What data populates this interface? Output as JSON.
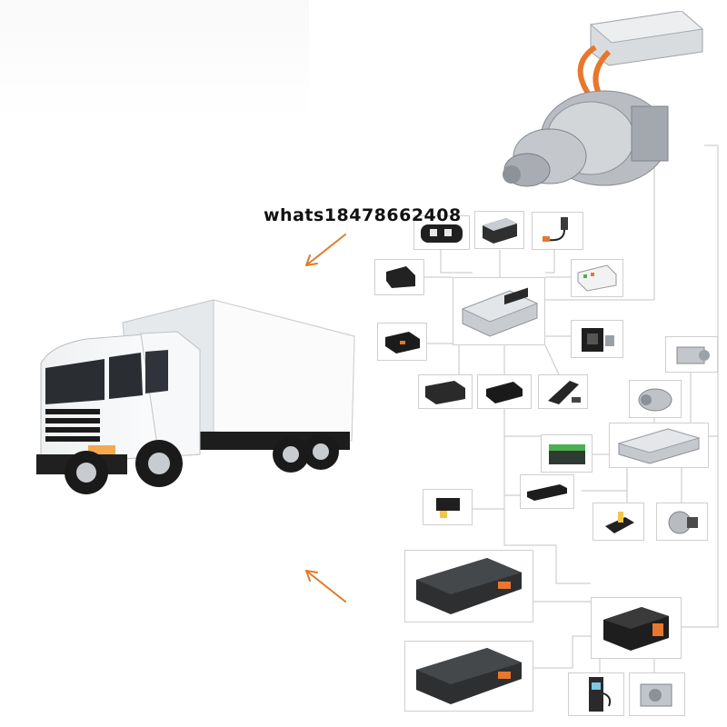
{
  "watermark_text": "whats18478662408",
  "colors": {
    "line": "#cfcfcf",
    "arrow": "#e07b2a",
    "box_border": "#cfcfcf",
    "metal": "#a9adb3",
    "dark": "#2c2c2c",
    "orange": "#e8772e",
    "truck_white": "#f5f6f7",
    "truck_black": "#1d1d1d"
  },
  "components": [
    {
      "id": "connector",
      "icon": "connector-plug-icon"
    },
    {
      "id": "gateway",
      "icon": "gateway-box-icon"
    },
    {
      "id": "sensor",
      "icon": "sensor-cable-icon"
    },
    {
      "id": "obd",
      "icon": "obd-module-icon"
    },
    {
      "id": "vcu",
      "icon": "vehicle-control-unit-icon"
    },
    {
      "id": "display",
      "icon": "instrument-panel-icon"
    },
    {
      "id": "tbox",
      "icon": "telematics-box-icon"
    },
    {
      "id": "relay",
      "icon": "relay-box-icon"
    },
    {
      "id": "pump",
      "icon": "electric-pump-icon"
    },
    {
      "id": "dcdc",
      "icon": "dc-converter-icon"
    },
    {
      "id": "switch",
      "icon": "power-switch-icon"
    },
    {
      "id": "pedal",
      "icon": "accelerator-pedal-icon"
    },
    {
      "id": "motor-small",
      "icon": "small-motor-icon"
    },
    {
      "id": "compressor",
      "icon": "compressor-icon"
    },
    {
      "id": "battery-12v",
      "icon": "battery-icon"
    },
    {
      "id": "pdu",
      "icon": "power-distribution-unit-icon"
    },
    {
      "id": "charger-plug",
      "icon": "charging-plug-icon"
    },
    {
      "id": "dashboard-strip",
      "icon": "switch-panel-icon"
    },
    {
      "id": "shifter",
      "icon": "gear-shifter-icon"
    },
    {
      "id": "steering-pump",
      "icon": "steering-pump-icon"
    },
    {
      "id": "battery-pack-1",
      "icon": "battery-pack-icon"
    },
    {
      "id": "battery-pack-2",
      "icon": "battery-pack-icon"
    },
    {
      "id": "bms",
      "icon": "battery-management-unit-icon"
    },
    {
      "id": "charging-pile",
      "icon": "charging-pile-icon"
    },
    {
      "id": "heater",
      "icon": "heater-icon"
    }
  ]
}
